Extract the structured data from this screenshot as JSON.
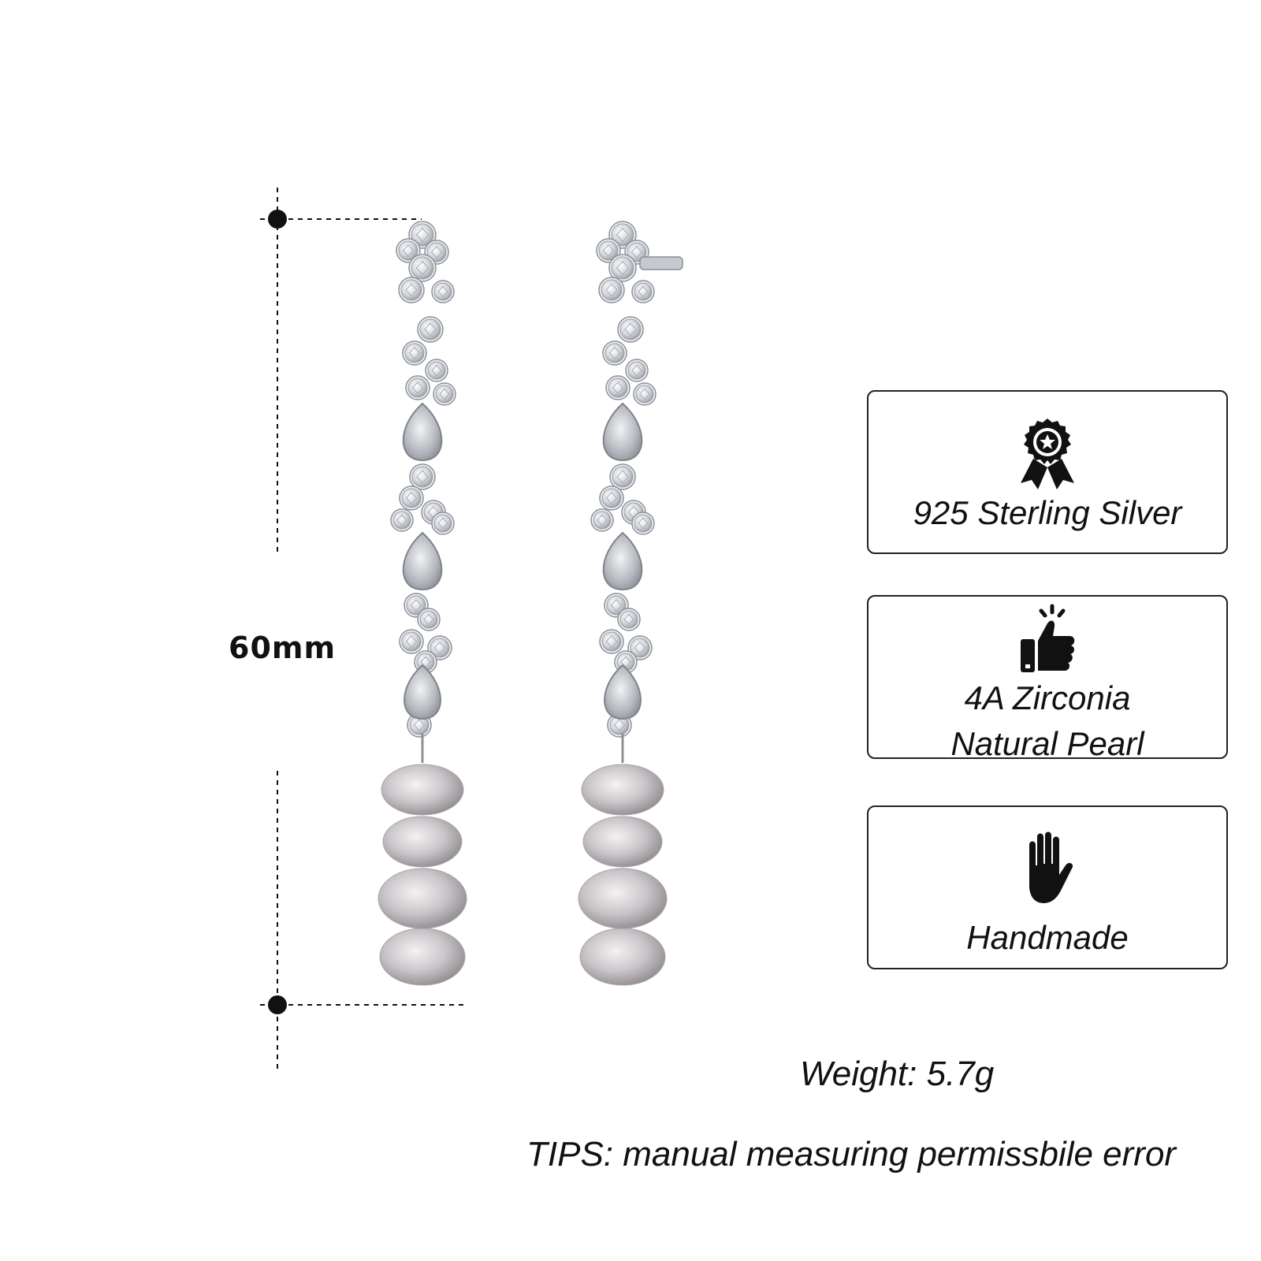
{
  "dimension": {
    "label": "60mm"
  },
  "features": [
    {
      "icon": "award-ribbon-icon",
      "lines": [
        "925 Sterling Silver"
      ]
    },
    {
      "icon": "thumbs-up-icon",
      "lines": [
        "4A Zirconia",
        "Natural Pearl"
      ]
    },
    {
      "icon": "hand-icon",
      "lines": [
        "Handmade"
      ]
    }
  ],
  "weight": "Weight: 5.7g",
  "tips": "TIPS: manual measuring permissbile error",
  "colors": {
    "ink": "#111111",
    "silver": "#c9cbd0",
    "pearl": "#bdb8bc",
    "border": "#222222"
  }
}
